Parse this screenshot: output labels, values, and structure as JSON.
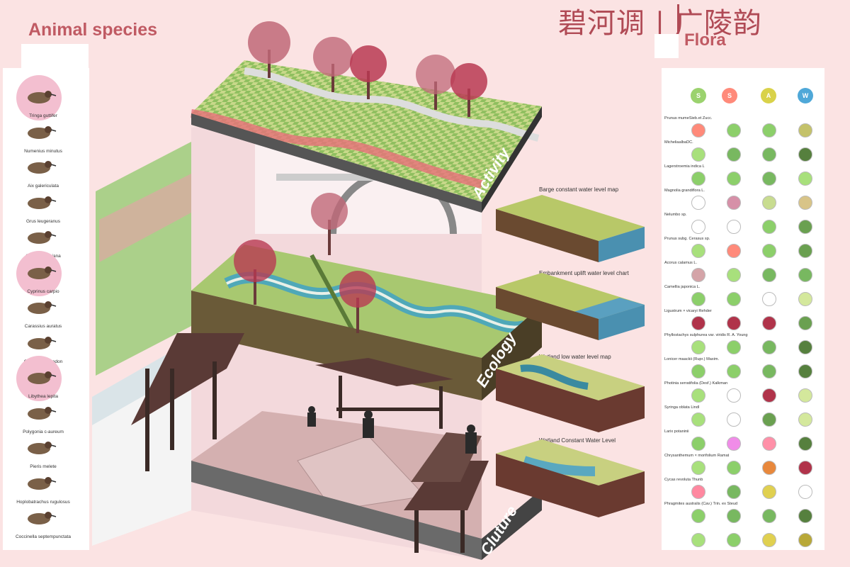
{
  "titles": {
    "animal": "Animal species",
    "chinese": "碧河调 | 广陵韵",
    "flora": "Flora"
  },
  "layers": [
    "Activity",
    "Ecology",
    "Cluture"
  ],
  "animals": [
    {
      "name": "Tringa guttifer",
      "icon": "sandpiper-icon",
      "highlight": true
    },
    {
      "name": "Numenius minutus",
      "icon": "curlew-icon",
      "highlight": false
    },
    {
      "name": "Aix galericulata",
      "icon": "mandarin-duck-icon",
      "highlight": false
    },
    {
      "name": "Grus leugeranus",
      "icon": "crane-icon",
      "highlight": false
    },
    {
      "name": "Ciconia boyciana",
      "icon": "stork-icon",
      "highlight": false
    },
    {
      "name": "Cyprinus carpio",
      "icon": "carp-icon",
      "highlight": true
    },
    {
      "name": "Carassius auratus",
      "icon": "crucian-fish-icon",
      "highlight": false
    },
    {
      "name": "Cisnopharyngodon",
      "icon": "fish-icon",
      "highlight": false
    },
    {
      "name": "Libythea lepita",
      "icon": "butterfly-icon",
      "highlight": true
    },
    {
      "name": "Polygonia c-aureum",
      "icon": "orange-butterfly-icon",
      "highlight": false
    },
    {
      "name": "Pieris melete",
      "icon": "white-butterfly-icon",
      "highlight": false
    },
    {
      "name": "Hoplobatrachus rugulosus",
      "icon": "frog-icon",
      "highlight": false
    },
    {
      "name": "Coccinella septempunctata",
      "icon": "ladybug-icon",
      "highlight": false
    }
  ],
  "seasons": [
    {
      "letter": "S",
      "color": "#9bd26e"
    },
    {
      "letter": "S",
      "color": "#ff8a7a"
    },
    {
      "letter": "A",
      "color": "#d9d24a"
    },
    {
      "letter": "W",
      "color": "#4fa8d8"
    }
  ],
  "plants": [
    {
      "name": "Prunus mumeSieb.et Zucc.",
      "colors": [
        "#ff8a7a",
        "#8ccf6a",
        "#8ccf6a",
        "#c4c26a"
      ]
    },
    {
      "name": "MicheliaalbaDC.",
      "colors": [
        "#a8e07c",
        "#78b860",
        "#78b860",
        "#56803e"
      ]
    },
    {
      "name": "Lagerstroemia indica L",
      "colors": [
        "#8ccf6a",
        "#8ccf6a",
        "#78b860",
        "#a8e07c"
      ]
    },
    {
      "name": "Magnolia grandiflora L.",
      "colors": [
        "#ffffff",
        "#d690a8",
        "#c8dc90",
        "#d8c488"
      ]
    },
    {
      "name": "Nelumbo sp.",
      "colors": [
        "#ffffff",
        "#ffffff",
        "#8ccf6a",
        "#6aa050"
      ]
    },
    {
      "name": "Prunus subg. Cerasus sp.",
      "colors": [
        "#a8e07c",
        "#ff8a7a",
        "#8ccf6a",
        "#6aa050"
      ]
    },
    {
      "name": "Acorus calamus L.",
      "colors": [
        "#d4a4a8",
        "#a8e07c",
        "#78b860",
        "#78b860"
      ]
    },
    {
      "name": "Camellia japonica L.",
      "colors": [
        "#8ccf6a",
        "#8ccf6a",
        "#ffffff",
        "#d4e89c"
      ]
    },
    {
      "name": "Ligustrum × vicaryi Rehder",
      "colors": [
        "#b0334a",
        "#b0334a",
        "#b0334a",
        "#6aa050"
      ]
    },
    {
      "name": "Phyllostachys sulphurea var. viridis R. A. Young",
      "colors": [
        "#a8e07c",
        "#8ccf6a",
        "#78b860",
        "#56803e"
      ]
    },
    {
      "name": "Lonicer maackii (Rupr.) Maxim.",
      "colors": [
        "#8ccf6a",
        "#8ccf6a",
        "#78b860",
        "#56803e"
      ]
    },
    {
      "name": "Photinia serratifolia (Desf.) Kalkman",
      "colors": [
        "#a8e07c",
        "#ffffff",
        "#b0334a",
        "#d4e89c"
      ]
    },
    {
      "name": "Syringa oblata Lindl",
      "colors": [
        "#a8e07c",
        "#ffffff",
        "#6aa050",
        "#d4e89c"
      ]
    },
    {
      "name": "Larix potaninii",
      "colors": [
        "#8ccf6a",
        "#f08ce8",
        "#ff90a8",
        "#56803e"
      ]
    },
    {
      "name": "Chrysanthemum × morifolium Ramat",
      "colors": [
        "#a8e07c",
        "#8ccf6a",
        "#e8883c",
        "#b0334a"
      ]
    },
    {
      "name": "Cycas revoluta Thunb",
      "colors": [
        "#ff88a0",
        "#78b860",
        "#e0d050",
        "#ffffff"
      ]
    },
    {
      "name": "Phragmites australis (Cav.) Trin. ex Steud",
      "colors": [
        "#8ccf6a",
        "#78b860",
        "#78b860",
        "#56803e"
      ]
    },
    {
      "name": "",
      "colors": [
        "#a8e07c",
        "#8ccf6a",
        "#e0d050",
        "#b8a838"
      ]
    }
  ],
  "water_levels": [
    {
      "label": "Barge constant water level map"
    },
    {
      "label": "Embankment uplift water level chart"
    },
    {
      "label": "Wetland low water level map"
    },
    {
      "label": "Wetland Constant Water Level"
    }
  ]
}
